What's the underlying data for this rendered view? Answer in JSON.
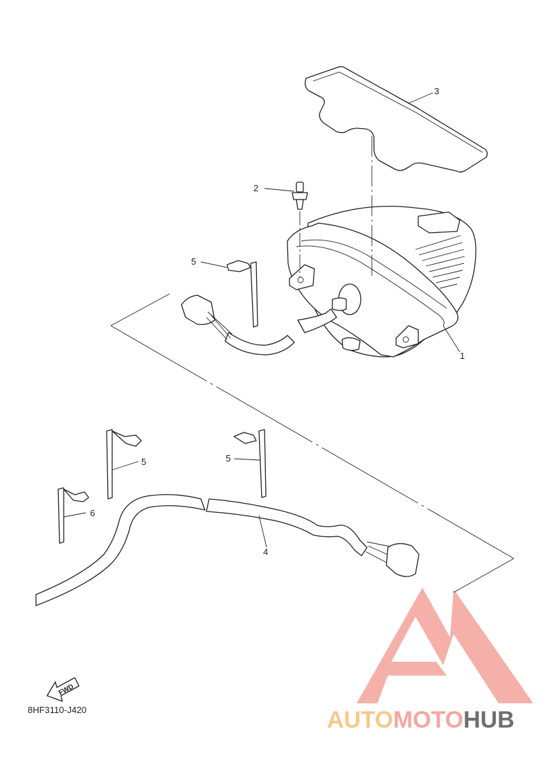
{
  "diagram": {
    "callouts": [
      {
        "id": "1",
        "label": "1"
      },
      {
        "id": "2",
        "label": "2"
      },
      {
        "id": "3",
        "label": "3"
      },
      {
        "id": "4",
        "label": "4"
      },
      {
        "id": "5a",
        "label": "5"
      },
      {
        "id": "5b",
        "label": "5"
      },
      {
        "id": "5c",
        "label": "5"
      },
      {
        "id": "6",
        "label": "6"
      }
    ],
    "fwd_label": "FWD",
    "drawing_code": "8HF3110-J420"
  },
  "watermark": {
    "brand_part1": "AUTO",
    "brand_part2": "MOTO",
    "brand_part3": "HUB",
    "colors": {
      "logo": "#f4a7a0",
      "auto": "#f5c98a",
      "moto": "#f4a7a0",
      "hub": "#6e6e6e"
    }
  }
}
